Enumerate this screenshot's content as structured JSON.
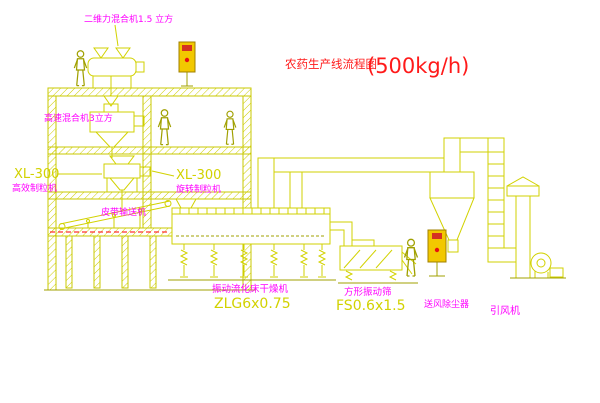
{
  "title": {
    "text": "农药生产线流程图",
    "capacity": "(500kg/h)"
  },
  "equipment_labels": {
    "top_mixer": "二维力混合机1.5 立方",
    "high_speed_mixer": "高速混合机3立方",
    "granulator_left_model": "XL-300",
    "granulator_left": "高效制粒机",
    "granulator_center_model": "XL-300",
    "granulator_center": "旋转制粒机",
    "belt_conveyor": "皮带输送机",
    "dryer": "振动流化床干燥机",
    "dryer_model": "ZLG6x0.75",
    "vibrating_screen": "方形振动筛",
    "vibrating_screen_model": "FS0.6x1.5",
    "dust_collector": "送风除尘器",
    "induced_draft_fan": "引风机"
  },
  "colors": {
    "line_yellow": "#d2d200",
    "line_olive": "#a0a000",
    "label_magenta": "#ff00ff",
    "title_red": "#ff1a1a",
    "model_yellow": "#d2d200",
    "cabinet_fill": "#f2c800",
    "indicator_red": "#e81010",
    "background": "#ffffff"
  }
}
